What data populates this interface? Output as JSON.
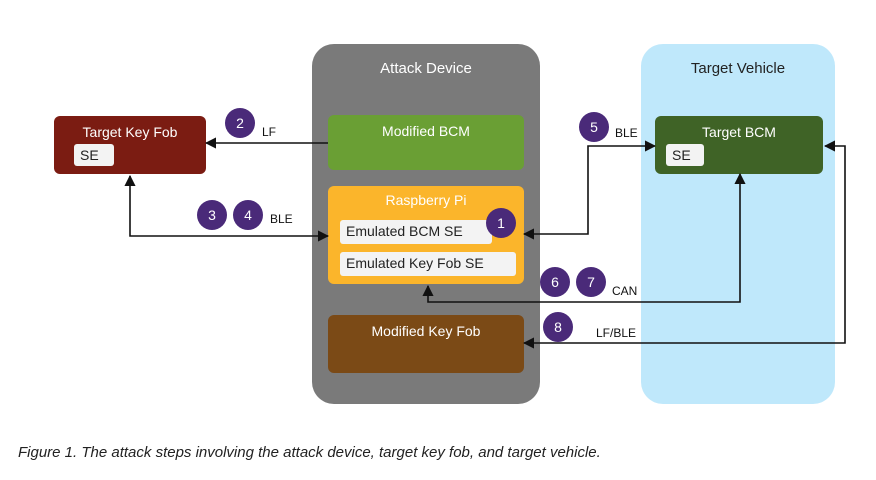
{
  "attack_device": {
    "title": "Attack Device"
  },
  "target_vehicle": {
    "title": "Target Vehicle"
  },
  "target_key_fob": {
    "title": "Target Key Fob",
    "se": "SE"
  },
  "modified_bcm": {
    "title": "Modified BCM"
  },
  "raspberry_pi": {
    "title": "Raspberry Pi",
    "emulated_bcm_se": "Emulated BCM SE",
    "emulated_keyfob_se": "Emulated Key Fob SE"
  },
  "modified_key_fob": {
    "title": "Modified Key Fob"
  },
  "target_bcm": {
    "title": "Target BCM",
    "se": "SE"
  },
  "steps": [
    "1",
    "2",
    "3",
    "4",
    "5",
    "6",
    "7",
    "8"
  ],
  "link_labels": {
    "lf": "LF",
    "ble_left": "BLE",
    "ble_right": "BLE",
    "can": "CAN",
    "lf_ble": "LF/BLE"
  },
  "colors": {
    "attack_device": "#7a7a7a",
    "target_vehicle": "#bfe8fb",
    "target_key_fob": "#7b1c12",
    "modified_bcm": "#6a9f34",
    "raspberry_pi": "#fbb52b",
    "modified_key_fob": "#7b4a16",
    "target_bcm": "#3f6326",
    "step_badge": "#4a2a79"
  },
  "caption": "Figure 1. The attack steps involving the attack device, target key fob, and target vehicle."
}
